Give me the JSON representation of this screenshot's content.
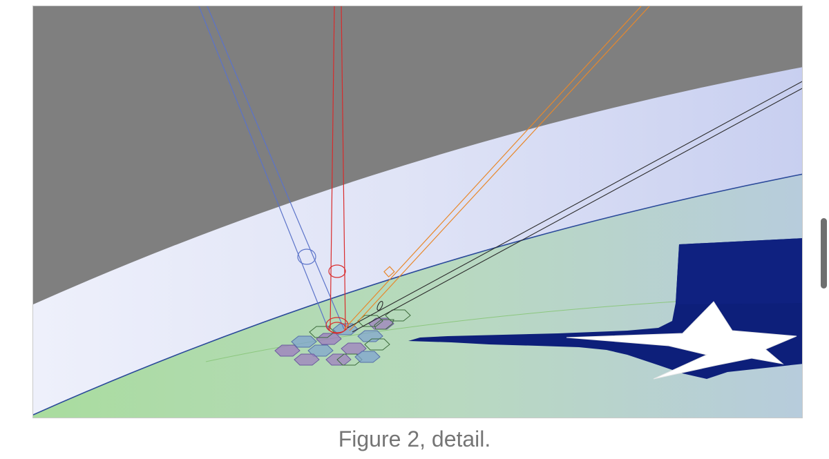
{
  "caption": "Figure 2, detail.",
  "figure": {
    "description_free": true,
    "colors": {
      "sky": "#7f7f7f",
      "atmosphere": "#dfe3f6",
      "ground_left": "#a9dc9e",
      "ground_right": "#b7ccdc",
      "horizon_line": "#2b4a9a",
      "flag_blue": "#0d1f7a",
      "flag_star": "#ffffff",
      "beam_blue": "#5b73c9",
      "beam_red": "#d92b2b",
      "beam_orange": "#e8882b",
      "beam_black": "#2a2a2a",
      "hex_purple": "#9c7bbf",
      "hex_blue": "#7fa3cf"
    },
    "beams": [
      "blue-beam",
      "red-beam",
      "orange-beam",
      "black-beam"
    ],
    "icons": [
      "flag-star-icon"
    ]
  }
}
